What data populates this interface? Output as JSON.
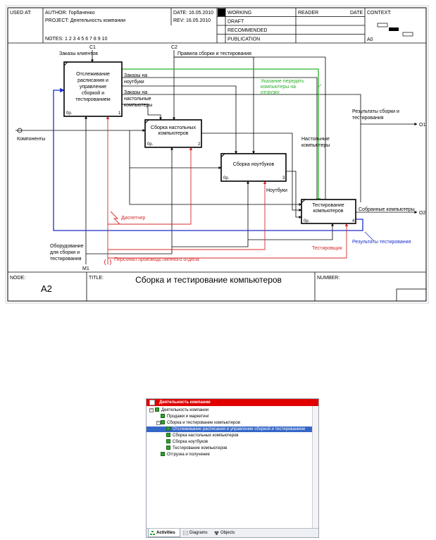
{
  "header": {
    "used_at_label": "USED AT:",
    "author": "AUTHOR:  Горбаченко",
    "project": "PROJECT:  Деятельность компании",
    "notes": "NOTES:  1  2  3  4  5  6  7  8  9  10",
    "date": "DATE:  16.05.2010",
    "rev": "REV:   16.05.2010",
    "status": [
      "WORKING",
      "DRAFT",
      "RECOMMENDED",
      "PUBLICATION"
    ],
    "reader_label": "READER",
    "reader_date_label": "DATE",
    "context_label": "CONTEXT:",
    "context_node": "A0"
  },
  "footer": {
    "node_label": "NODE:",
    "node_value": "A2",
    "title_label": "TITLE:",
    "title_value": "Сборка и тестирование компьютеров",
    "number_label": "NUMBER:"
  },
  "activities": [
    {
      "lines": [
        "Отслеживание",
        "расписания и",
        "управление",
        "сборкой и",
        "тестированием"
      ],
      "cost": "0р.",
      "num": "1"
    },
    {
      "lines": [
        "Сборка настольных",
        "компьютеров"
      ],
      "cost": "0р.",
      "num": "2"
    },
    {
      "lines": [
        "Сборка ноутбуков"
      ],
      "cost": "0р.",
      "num": "3"
    },
    {
      "lines": [
        "Тестирование",
        "компьютеров"
      ],
      "cost": "0р.",
      "num": "4"
    }
  ],
  "arrow_labels": {
    "c1_code": "C1",
    "c1_name": "Заказы клиентов",
    "c2_code": "C2",
    "c2_name": "Правила сборки и тестирования",
    "notebook_orders": [
      "Заказы на",
      "ноутбуки"
    ],
    "desktop_orders": [
      "Заказы на",
      "настольные",
      "компьютеры"
    ],
    "ship_note": [
      "Указание передать",
      "компьютеры на",
      "отгрузку"
    ],
    "results_assembly": [
      "Результаты сборки и",
      "тестирования"
    ],
    "o1_code": "O1",
    "components": "Компоненты",
    "desktops": [
      "Настольные",
      "компьютеры"
    ],
    "notebooks": "Ноутбуки",
    "assembled": "Собранные компьютеры",
    "o2_code": "O2",
    "dispatcher": "Диспетчер",
    "test_results": "Результаты тестирования",
    "tester": "Тестировщик",
    "equipment": [
      "Оборудование",
      "для сборки и",
      "тестирования"
    ],
    "m1_code": "M1",
    "personnel": "Персонал производственного отдела"
  },
  "tree": {
    "title": "Деятельность компании",
    "items": [
      {
        "label": "Деятельность компании",
        "level": 0
      },
      {
        "label": "Продажи и маркетинг",
        "level": 1
      },
      {
        "label": "Сборка и тестирование компьютеров",
        "level": 1
      },
      {
        "label": "Отслеживание расписания и управление сборкой и тестированием",
        "level": 2,
        "selected": true
      },
      {
        "label": "Сборка настольных компьютеров",
        "level": 2
      },
      {
        "label": "Сборка ноутбуков",
        "level": 2
      },
      {
        "label": "Тестирование компьютеров",
        "level": 2
      },
      {
        "label": "Отгрузка и получение",
        "level": 1
      }
    ]
  },
  "tabs": [
    "Activities",
    "Diagrams",
    "Objects"
  ],
  "colors": {
    "control_green": "#2bb02b",
    "feedback_blue": "#1a2fc8",
    "mechanism_red": "#d42a2a",
    "selection": "#3567c8"
  }
}
